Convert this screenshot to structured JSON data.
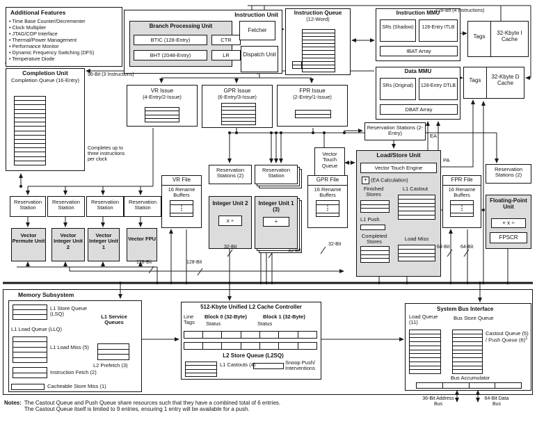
{
  "colors": {
    "unit_fill": "#dcdcdc",
    "line": "#1a1a1a",
    "background": "#ffffff"
  },
  "af": {
    "title": "Additional Features",
    "items": [
      "Time Base Counter/Decrementer",
      "Clock Multiplier",
      "JTAG/COP Interface",
      "Thermal/Power Management",
      "Performance Monitor",
      "Dynamic Frequency Switching (DFS)",
      "Temperature Diode"
    ]
  },
  "iu": {
    "title": "Instruction Unit",
    "fetcher": "Fetcher",
    "dispatch": "Dispatch Unit"
  },
  "bpu": {
    "title": "Branch Processing Unit",
    "btic": "BTIC (128-Entry)",
    "ctr": "CTR",
    "bht": "BHT (2048-Entry)",
    "lr": "LR"
  },
  "iq": {
    "title": "Instruction Queue",
    "sub": "(12-Word)"
  },
  "immu": {
    "title": "Instruction MMU",
    "srs": "SRs (Shadow)",
    "tlb": "128-Entry ITLB",
    "bat": "IBAT Array"
  },
  "dmmu": {
    "title": "Data MMU",
    "srs": "SRs (Original)",
    "tlb": "128-Entry DTLB",
    "bat": "DBAT Array"
  },
  "icache": {
    "tags": "Tags",
    "name": "32-Kbyte I Cache"
  },
  "dcache": {
    "tags": "Tags",
    "name": "32-Kbyte D Cache"
  },
  "completion": {
    "title": "Completion Unit",
    "queue": "Completion Queue (16-Entry)"
  },
  "issues": {
    "vr_t": "VR Issue",
    "vr_s": "(4-Entry/2-Issue)",
    "gpr_t": "GPR Issue",
    "gpr_s": "(6-Entry/3-Issue)",
    "fpr_t": "FPR Issue",
    "fpr_s": "(2-Entry/1-Issue)"
  },
  "rs": {
    "station": "Reservation Station",
    "stations2": "Reservation Stations (2)",
    "stations2entry": "Reservation Stations (2-Entry)"
  },
  "vtq": "Vector Touch Queue",
  "lsu": {
    "title": "Load/Store Unit",
    "vte": "Vector Touch Engine",
    "plus": "+",
    "ea_calc": "(EA Calculation)",
    "finished": "Finished Stores",
    "castout": "L1 Castout",
    "push": "L1 Push",
    "completed": "Completed Stores",
    "load_miss": "Load Miss"
  },
  "regfiles": {
    "vr": "VR File",
    "gpr": "GPR File",
    "fpr": "FPR File",
    "rename": "16 Rename Buffers"
  },
  "iu2": {
    "title": "Integer Unit 2",
    "ops": "x ÷"
  },
  "iu1": {
    "title": "Integer Unit 1",
    "sub": "(3)",
    "ops": "+"
  },
  "fpu": {
    "title": "Floating-Point Unit",
    "ops": "+ x ÷",
    "fpscr": "FPSCR"
  },
  "vunits": {
    "permute": "Vector Permute Unit",
    "int2": "Vector Integer Unit 2",
    "int1": "Vector Integer Unit 1",
    "vfpu": "Vector FPU"
  },
  "buses": {
    "b96": "96-Bit (3 Instructions)",
    "b128i": "128-Bit (4 Instructions)",
    "b128": "128-Bit",
    "b32": "32-Bit",
    "b64": "64-Bit",
    "ea": "EA",
    "pa": "PA",
    "addr": "36-Bit Address Bus",
    "data": "64-Bit Data Bus",
    "completes": "Completes up to three instructions per clock"
  },
  "ms": {
    "title": "Memory Subsystem",
    "service": "L1 Service Queues",
    "lsq": "L1 Store Queue (LSQ)",
    "llq": "L1 Load Queue (LLQ)",
    "load_miss": "L1 Load Miss (5)",
    "prefetch": "L2 Prefetch (3)",
    "ifetch": "Instruction Fetch (2)",
    "csm": "Cacheable Store Miss (1)"
  },
  "l2": {
    "title": "512-Kbyte Unified L2 Cache Controller",
    "line_tags": "Line Tags",
    "block0": "Block 0 (32-Byte)",
    "block1": "Block 1 (32-Byte)",
    "status": "Status",
    "l2sq": "L2 Store Queue (L2SQ)",
    "castouts": "L1 Castouts (4)",
    "snoop": "Snoop Push/ Interventions"
  },
  "sbi": {
    "title": "System Bus Interface",
    "load_queue": "Load Queue (11)",
    "bus_store": "Bus Store Queue",
    "castout_push": "Castout Queue (5) / Push Queue (6)",
    "sup": "1",
    "accumulator": "Bus Accumulator"
  },
  "notes": {
    "label": "Notes:",
    "line1": "The Castout Queue and Push Queue share resources such that they have a combined total of 6 entries.",
    "line2": "The Castout Queue itself is limited to 9 entries, ensuring 1 entry will be available for a push."
  },
  "icons": {
    "vdots": "⋮"
  }
}
